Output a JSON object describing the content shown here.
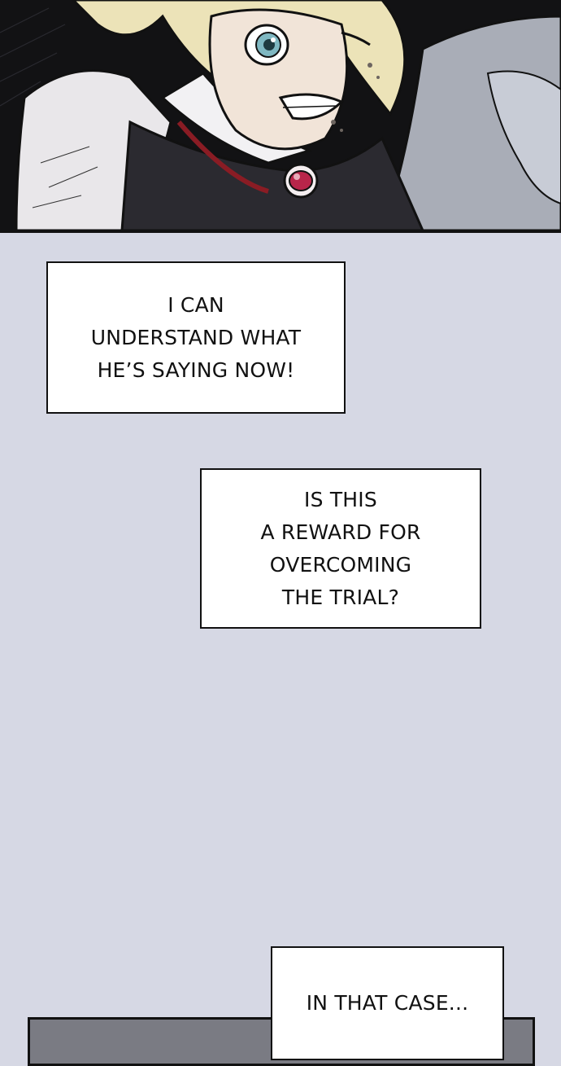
{
  "colors": {
    "background": "#d6d8e4",
    "caption_fill": "#ffffff",
    "caption_border": "#111111",
    "panel_dark": "#0d0d0f",
    "next_panel_gray": "#7a7b83"
  },
  "panel": {
    "description_icon": "comic-panel-illustration"
  },
  "captions": [
    {
      "lines": [
        "I CAN",
        "UNDERSTAND WHAT",
        "HE’S SAYING NOW!"
      ]
    },
    {
      "lines": [
        "IS THIS",
        "A REWARD FOR",
        "OVERCOMING",
        "THE TRIAL?"
      ]
    },
    {
      "lines": [
        "IN THAT CASE..."
      ]
    }
  ]
}
